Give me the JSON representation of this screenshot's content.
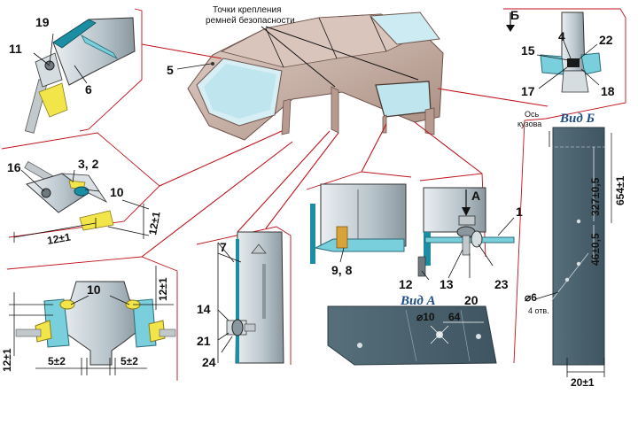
{
  "header_label": [
    "Точки крепления",
    "ремней безопасности"
  ],
  "callouts": {
    "c1": "1",
    "c2": "3, 2",
    "c3": "4",
    "c5": "5",
    "c6": "6",
    "c7": "7",
    "c8": "9, 8",
    "c10a": "10",
    "c10b": "10",
    "c11": "11",
    "c12": "12",
    "c13": "13",
    "c14": "14",
    "c15": "15",
    "c16": "16",
    "c17": "17",
    "c18": "18",
    "c19": "19",
    "c20": "20",
    "c21": "21",
    "c22": "22",
    "c23": "23",
    "c24": "24"
  },
  "view_letters": {
    "a_arrow": "А",
    "b_arrow": "Б"
  },
  "dimensions": {
    "d12a": "12±1",
    "d12b": "12±1",
    "d12c": "12±1",
    "d12d": "12±1",
    "d5a": "5±2",
    "d5b": "5±2",
    "d327": "327±0,5",
    "d654": "654±1",
    "d46": "46±0,5",
    "d20": "20±1",
    "d10": "⌀10",
    "d64": "64",
    "d6": "⌀6"
  },
  "notes": {
    "holes": "4 отв.",
    "axis": [
      "Ось",
      "кузова"
    ]
  },
  "view_titles": {
    "view_a": "Вид А",
    "view_b": "Вид Б"
  },
  "colors": {
    "body": "#c9b2a8",
    "body_dark": "#9c7f74",
    "glass": "#bfe6ef",
    "seal": "#79cfdc",
    "metal": "#b9c5cc",
    "panel": "#4b6470",
    "yellow": "#f2e54a",
    "leader": "#c0121b"
  }
}
